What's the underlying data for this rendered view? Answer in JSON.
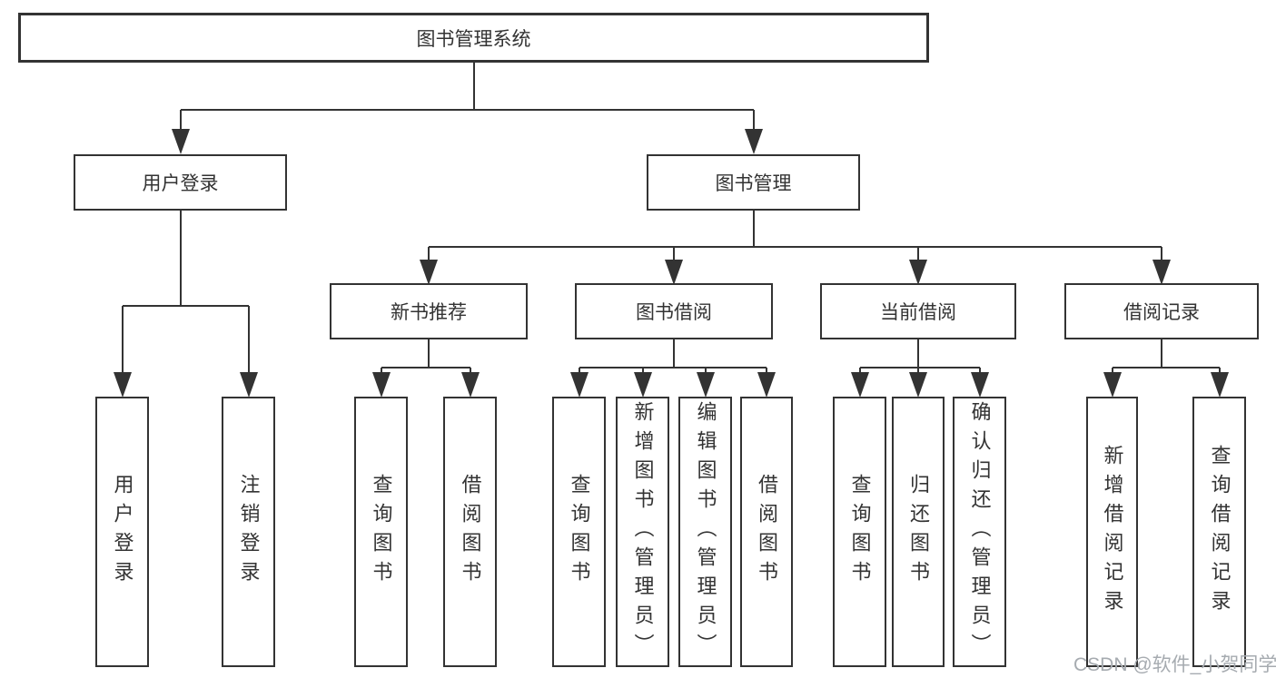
{
  "tree": {
    "root": {
      "label": "图书管理系统",
      "children": [
        {
          "label": "用户登录",
          "children": [
            {
              "label": "用户登录"
            },
            {
              "label": "注销登录"
            }
          ]
        },
        {
          "label": "图书管理",
          "children": [
            {
              "label": "新书推荐",
              "children": [
                {
                  "label": "查询图书"
                },
                {
                  "label": "借阅图书"
                }
              ]
            },
            {
              "label": "图书借阅",
              "children": [
                {
                  "label": "查询图书"
                },
                {
                  "label": "新增图书（管理员）"
                },
                {
                  "label": "编辑图书（管理员）"
                },
                {
                  "label": "借阅图书"
                }
              ]
            },
            {
              "label": "当前借阅",
              "children": [
                {
                  "label": "查询图书"
                },
                {
                  "label": "归还图书"
                },
                {
                  "label": "确认归还（管理员）"
                }
              ]
            },
            {
              "label": "借阅记录",
              "children": [
                {
                  "label": "新增借阅记录"
                },
                {
                  "label": "查询借阅记录"
                }
              ]
            }
          ]
        }
      ]
    }
  },
  "watermark": "CSDN @软件_小贺同学",
  "colors": {
    "line": "#333333",
    "text": "#333333",
    "watermark": "#a6abb0",
    "background": "#ffffff"
  }
}
